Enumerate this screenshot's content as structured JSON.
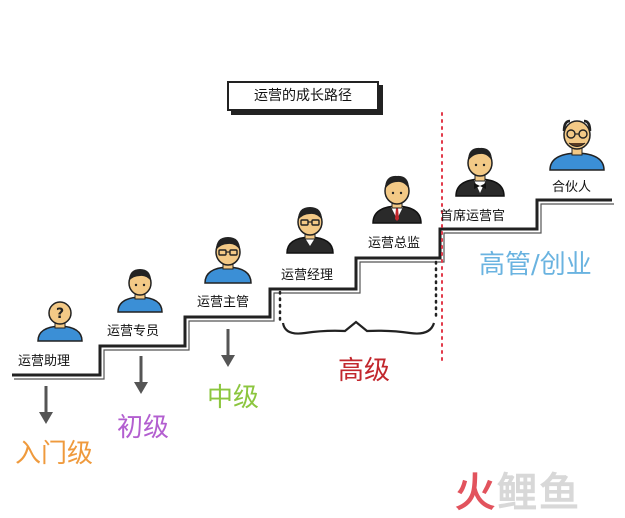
{
  "title": "运营的成长路径",
  "roles": [
    {
      "label": "运营助理"
    },
    {
      "label": "运营专员"
    },
    {
      "label": "运营主管"
    },
    {
      "label": "运营经理"
    },
    {
      "label": "运营总监"
    },
    {
      "label": "首席运营官"
    },
    {
      "label": "合伙人"
    }
  ],
  "tiers": {
    "entry": "入门级",
    "junior": "初级",
    "middle": "中级",
    "senior": "高级",
    "executive": "高管/创业"
  },
  "watermark": "火鲤鱼",
  "colors": {
    "entry": "#ef9a3d",
    "junior": "#b35fd0",
    "middle": "#8cc63f",
    "senior": "#c2272d",
    "executive": "#6ab3e0",
    "divider": "#e23a4a",
    "shirt": "#3b8fd6",
    "skin": "#f3c986"
  }
}
